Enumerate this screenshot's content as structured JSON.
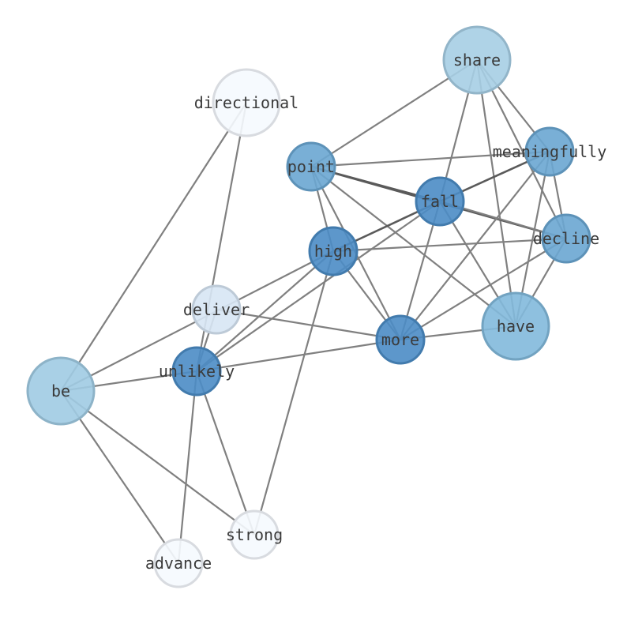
{
  "graph": {
    "type": "word co-occurrence network",
    "nodes": [
      {
        "id": "share",
        "label": "share",
        "size": "large",
        "color": "#a6cee4"
      },
      {
        "id": "directional",
        "label": "directional",
        "size": "large",
        "color": "#f5f9fe"
      },
      {
        "id": "point",
        "label": "point",
        "size": "small",
        "color": "#6aa6d1"
      },
      {
        "id": "meaningfully",
        "label": "meaningfully",
        "size": "small",
        "color": "#6aa6d1"
      },
      {
        "id": "fall",
        "label": "fall",
        "size": "small",
        "color": "#4b8cc5"
      },
      {
        "id": "decline",
        "label": "decline",
        "size": "small",
        "color": "#6aa6d1"
      },
      {
        "id": "high",
        "label": "high",
        "size": "small",
        "color": "#4b8cc5"
      },
      {
        "id": "deliver",
        "label": "deliver",
        "size": "small",
        "color": "#d7e6f4"
      },
      {
        "id": "more",
        "label": "more",
        "size": "small",
        "color": "#4b8cc5"
      },
      {
        "id": "have",
        "label": "have",
        "size": "large",
        "color": "#82b9db"
      },
      {
        "id": "be",
        "label": "be",
        "size": "large",
        "color": "#a0cbe3"
      },
      {
        "id": "unlikely",
        "label": "unlikely",
        "size": "small",
        "color": "#4b8cc5"
      },
      {
        "id": "strong",
        "label": "strong",
        "size": "small",
        "color": "#f5f9fe"
      },
      {
        "id": "advance",
        "label": "advance",
        "size": "small",
        "color": "#f5f9fe"
      }
    ],
    "edges": [
      [
        "share",
        "point"
      ],
      [
        "share",
        "fall"
      ],
      [
        "share",
        "meaningfully"
      ],
      [
        "share",
        "decline"
      ],
      [
        "share",
        "have"
      ],
      [
        "directional",
        "be"
      ],
      [
        "directional",
        "unlikely"
      ],
      [
        "point",
        "meaningfully"
      ],
      [
        "point",
        "fall",
        1
      ],
      [
        "point",
        "decline",
        1
      ],
      [
        "point",
        "high"
      ],
      [
        "point",
        "more"
      ],
      [
        "point",
        "have"
      ],
      [
        "meaningfully",
        "fall",
        1
      ],
      [
        "meaningfully",
        "decline"
      ],
      [
        "meaningfully",
        "have"
      ],
      [
        "meaningfully",
        "more"
      ],
      [
        "fall",
        "high",
        1
      ],
      [
        "fall",
        "unlikely"
      ],
      [
        "fall",
        "more"
      ],
      [
        "fall",
        "have"
      ],
      [
        "fall",
        "decline"
      ],
      [
        "high",
        "decline"
      ],
      [
        "high",
        "be"
      ],
      [
        "high",
        "more"
      ],
      [
        "high",
        "unlikely"
      ],
      [
        "high",
        "strong"
      ],
      [
        "deliver",
        "more"
      ],
      [
        "deliver",
        "unlikely"
      ],
      [
        "unlikely",
        "strong"
      ],
      [
        "unlikely",
        "advance"
      ],
      [
        "unlikely",
        "more"
      ],
      [
        "unlikely",
        "be"
      ],
      [
        "be",
        "strong"
      ],
      [
        "be",
        "advance"
      ],
      [
        "decline",
        "more"
      ],
      [
        "decline",
        "have"
      ],
      [
        "more",
        "have"
      ]
    ]
  }
}
